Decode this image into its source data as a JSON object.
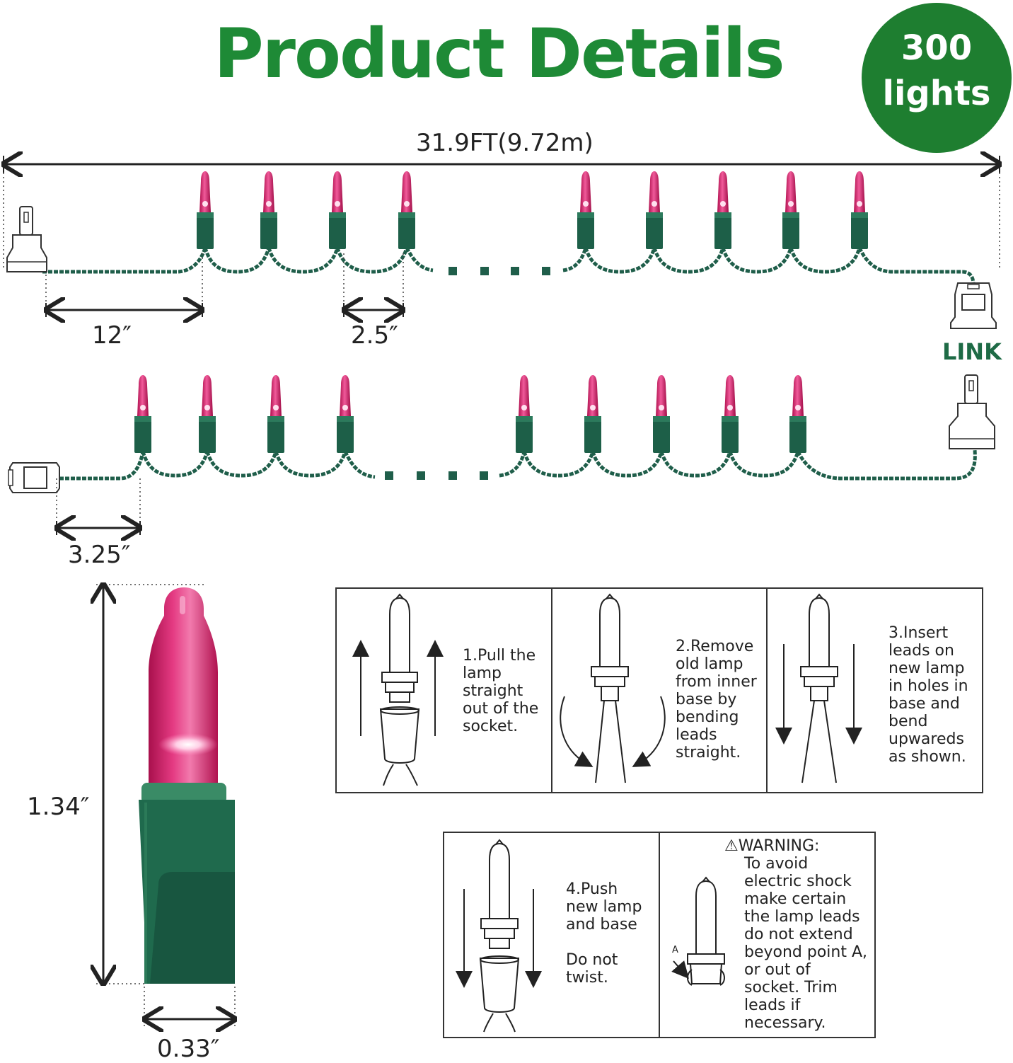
{
  "title": "Product Details",
  "badge": {
    "count": "300",
    "unit": "lights"
  },
  "dimensions": {
    "total_length": "31.9FT(9.72m)",
    "lead_to_first_bulb": "12″",
    "bulb_spacing": "2.5″",
    "end_lead": "3.25″",
    "bulb_height": "1.34″",
    "bulb_width": "0.33″"
  },
  "link_label": "LINK",
  "colors": {
    "brand_green": "#1e8a36",
    "wire_green": "#1f5e4a",
    "bulb_pink": "#e0307a"
  },
  "steps": [
    {
      "lines": [
        "1.Pull the",
        "lamp",
        "straight",
        "out of the",
        "socket."
      ]
    },
    {
      "lines": [
        "2.Remove",
        "old lamp",
        "from inner",
        "base by",
        "bending",
        "leads",
        "straight."
      ]
    },
    {
      "lines": [
        "3.Insert",
        "leads on",
        "new lamp",
        "in holes in",
        "base and",
        "bend",
        "upwareds",
        "as shown."
      ]
    },
    {
      "lines": [
        "4.Push",
        "new lamp",
        "and base",
        "",
        "Do not",
        "twist."
      ]
    }
  ],
  "warning": {
    "heading": "⚠WARNING:",
    "lines": [
      "To avoid",
      "electric shock",
      "make certain",
      "the lamp leads",
      "do not extend",
      "beyond point A,",
      "or out of",
      "socket. Trim",
      "leads if",
      "necessary."
    ],
    "point_label": "A"
  }
}
